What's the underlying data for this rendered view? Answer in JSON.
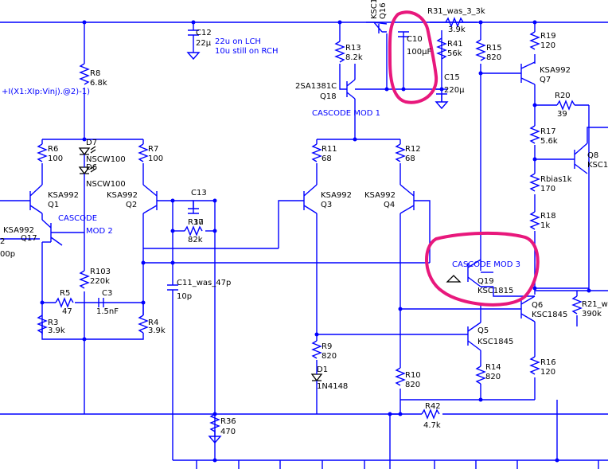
{
  "colors": {
    "wire": "#0000ff",
    "text": "#000000",
    "note": "#0000ff",
    "highlight": "#e8187c"
  },
  "labels": {
    "C12": "C12",
    "C12v": "22µ",
    "noteLCH": "22u on LCH",
    "noteRCH": "10u still on RCH",
    "expr": "+I(X1:XIp:Vinj).@2)-1)",
    "R8": "R8",
    "R8v": "6.8k",
    "Q16name": "KSC1",
    "Q16": "Q16",
    "R31": "R31_was_3_3k",
    "R31v": "3.9k",
    "C10": "C10",
    "C10v": "100µF",
    "R41": "R41",
    "R41v": "56k",
    "R13": "R13",
    "R13v": "8.2k",
    "Q18name": "2SA1381C",
    "Q18": "Q18",
    "C15": "C15",
    "C15v": "220µ",
    "R15": "R15",
    "R15v": "820",
    "R19": "R19",
    "R19v": "120",
    "Q7name": "KSA992",
    "Q7": "Q7",
    "R20": "R20",
    "R20v": "39",
    "casMod1": "CASCODE MOD 1",
    "R17": "R17",
    "R17v": "5.6k",
    "Q8": "Q8",
    "Q8name": "KSC1",
    "Rbias": "Rbias1k",
    "Rbiasv": "170",
    "R18": "R18",
    "R18v": "1k",
    "R6": "R6",
    "R6v": "100",
    "D7": "D7",
    "D7name": "NSCW100",
    "D6": "D6",
    "D6name": "NSCW100",
    "R7": "R7",
    "R7v": "100",
    "R11": "R11",
    "R11v": "68",
    "R12": "R12",
    "R12v": "68",
    "Q1name": "KSA992",
    "Q1": "Q1",
    "Q2name": "KSA992",
    "Q2": "Q2",
    "C13": "C13",
    "C13v": "1u",
    "Q3name": "KSA992",
    "Q3": "Q3",
    "Q4name": "KSA992",
    "Q4": "Q4",
    "casA": "CASCODE",
    "casB": "MOD 2",
    "Q17name": "KSA992",
    "Q17": "Q17",
    "R37": "R37",
    "R37v": "82k",
    "left2": "2",
    "left00p": "00p",
    "casMod3": "CASCODE MOD 3",
    "Q19": "Q19",
    "Q19name": "KSC1815",
    "R103": "R103",
    "R103v": "220k",
    "C11": "C11_was_47p",
    "C11v": "10p",
    "R5": "R5",
    "R5v": "47",
    "C3": "C3",
    "C3v": "1.5nF",
    "Q6": "Q6",
    "Q6name": "KSC1845",
    "R21": "R21_w",
    "R21v": "390k",
    "R3": "R3",
    "R3v": "3.9k",
    "R4": "R4",
    "R4v": "3.9k",
    "Q5": "Q5",
    "Q5name": "KSC1845",
    "R9": "R9",
    "R9v": "820",
    "D1": "D1",
    "D1name": "1N4148",
    "R14": "R14",
    "R14v": "820",
    "R16": "R16",
    "R16v": "120",
    "R10": "R10",
    "R10v": "820",
    "R42": "R42",
    "R42v": "4.7k",
    "R36": "R36",
    "R36v": "470"
  }
}
